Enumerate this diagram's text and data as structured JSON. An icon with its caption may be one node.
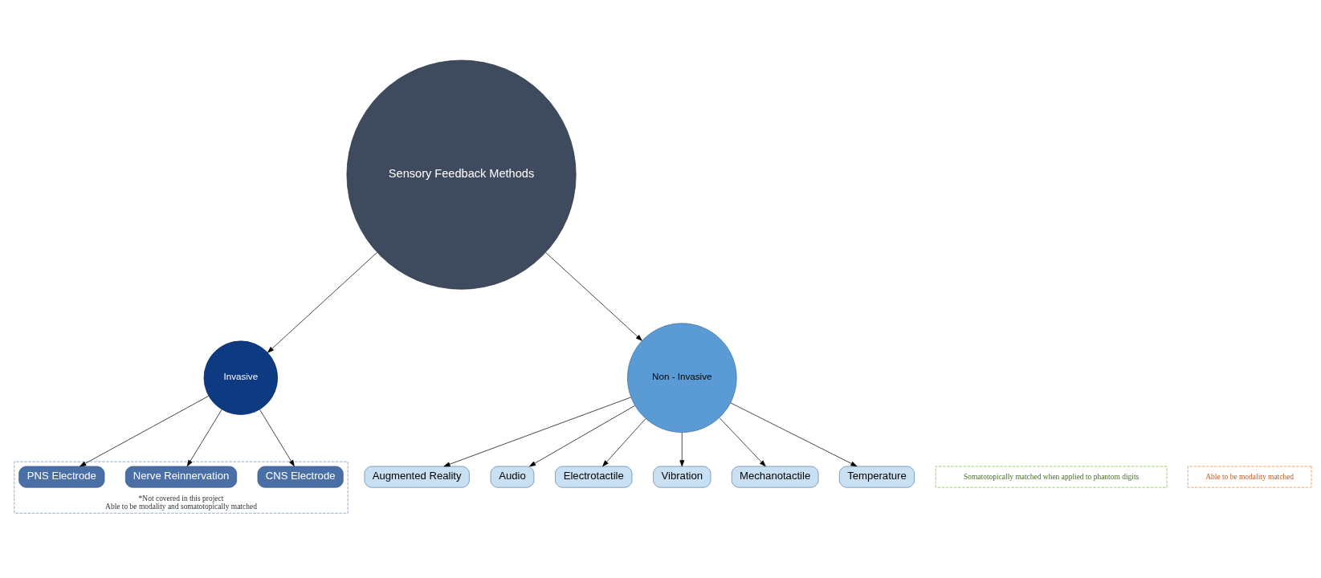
{
  "diagram": {
    "nodes": [
      {
        "text": [
          "Sensory Feedback Methods"
        ]
      },
      {
        "text": [
          "Invasive"
        ]
      },
      {
        "text": [
          "Non - Invasive"
        ]
      },
      {
        "text": [
          "*Not covered in this project",
          "Able to be modality and somatotopically matched"
        ]
      },
      {
        "text": [
          "CNS Electrode"
        ],
        "in": 3
      },
      {
        "text": [
          "Nerve Reinnervation"
        ],
        "in": 3
      },
      {
        "text": [
          "PNS Electrode"
        ],
        "in": 3
      },
      {
        "text": [
          "Augmented Reality"
        ]
      },
      {
        "text": [
          "Audio"
        ]
      },
      {
        "text": [
          "Electrotactile"
        ]
      },
      {
        "text": [
          "Vibration"
        ]
      },
      {
        "text": [
          "Mechanotactile"
        ]
      },
      {
        "text": [
          "Temperature"
        ]
      },
      {
        "text": [
          "Somatotopically matched when applied to phantom digits"
        ]
      },
      {
        "text": [
          "Able to be modality matched"
        ]
      }
    ],
    "edges": [
      {
        "from": 0,
        "to": 1,
        "arrow": "to"
      },
      {
        "from": 0,
        "to": 2,
        "arrow": "to"
      },
      {
        "from": 1,
        "to": 4,
        "arrow": "to"
      },
      {
        "from": 1,
        "to": 5,
        "arrow": "to"
      },
      {
        "from": 1,
        "to": 6,
        "arrow": "to"
      },
      {
        "from": 2,
        "to": 7,
        "arrow": "to"
      },
      {
        "from": 2,
        "to": 8,
        "arrow": "to"
      },
      {
        "from": 2,
        "to": 9,
        "arrow": "to"
      },
      {
        "from": 2,
        "to": 10,
        "arrow": "to"
      },
      {
        "from": 2,
        "to": 11,
        "arrow": "to"
      },
      {
        "from": 2,
        "to": 12,
        "arrow": "to"
      }
    ]
  }
}
